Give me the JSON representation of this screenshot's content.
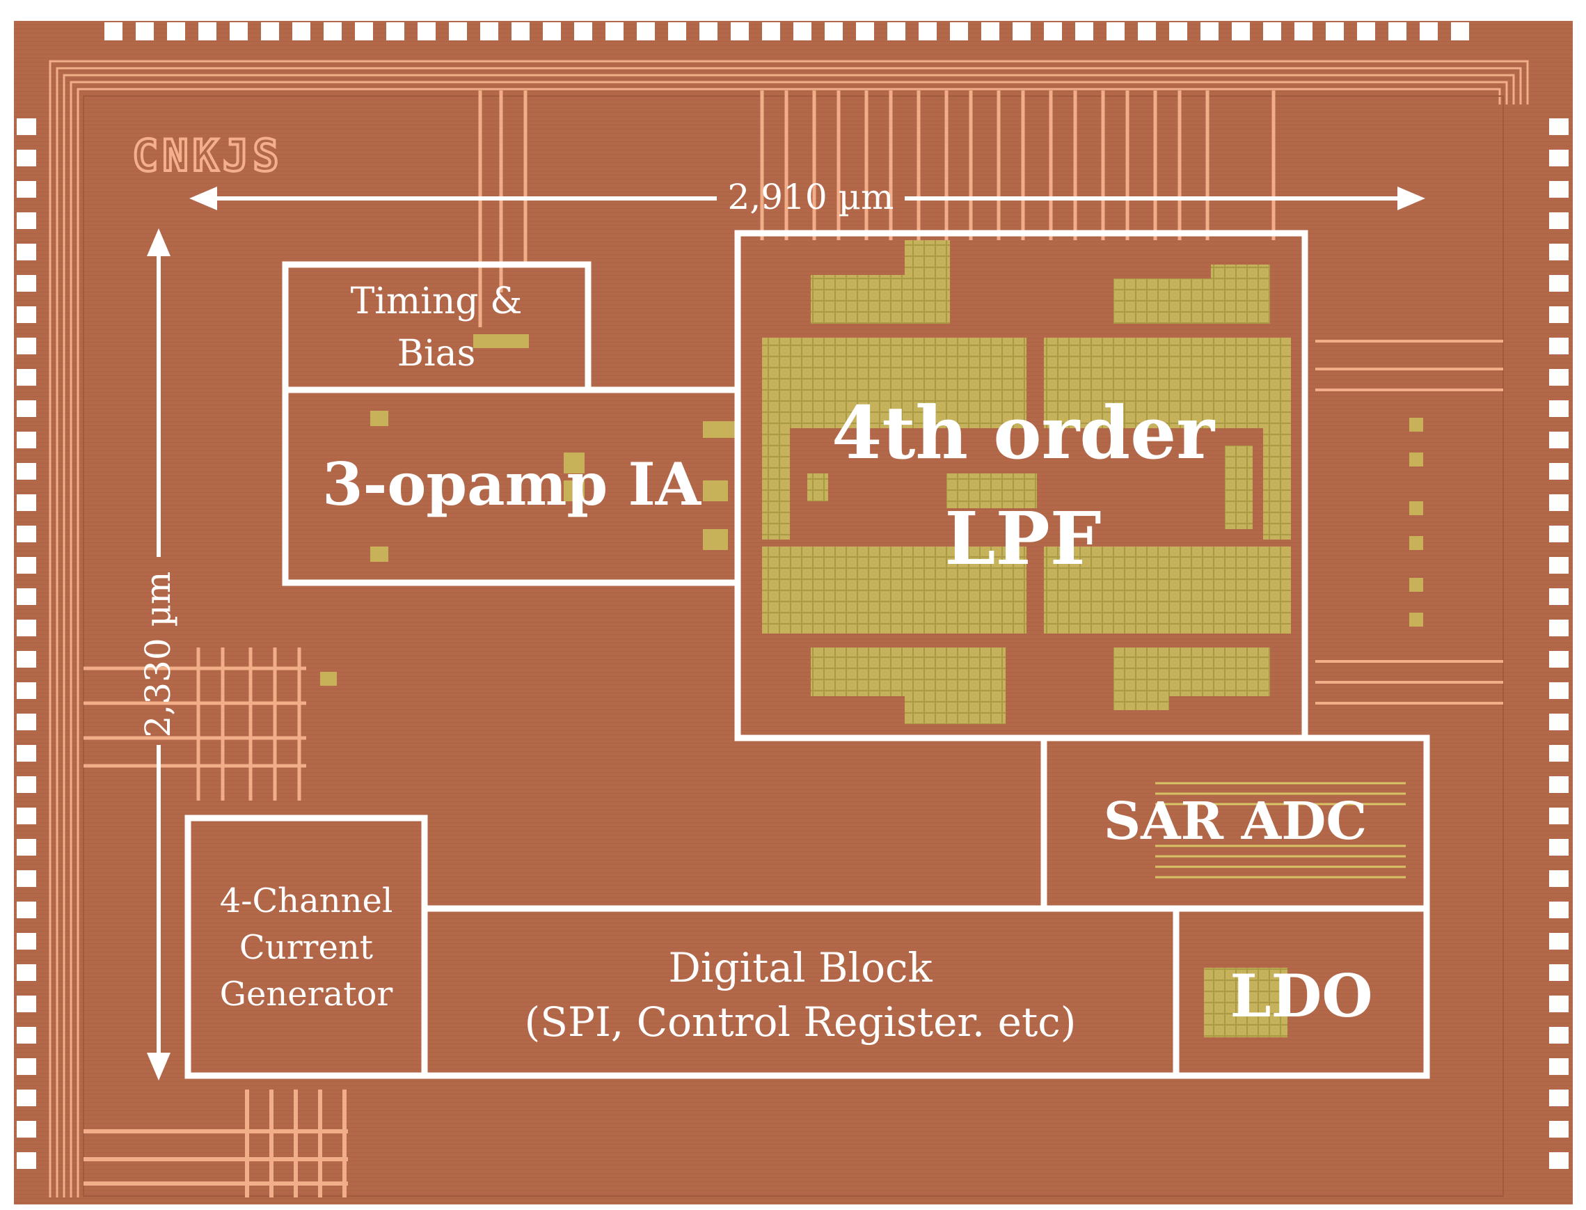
{
  "die": {
    "logo_text": "CNKJS",
    "colors": {
      "substrate": "#b5694a",
      "metal": "#f4b08c",
      "metal_fill": "#c8b45a",
      "outline": "#ffffff",
      "pad": "#ffffff"
    }
  },
  "dimensions": {
    "width_label": "2,910 µm",
    "height_label": "2,330 µm"
  },
  "blocks": {
    "timing_bias": {
      "line1": "Timing &",
      "line2": "Bias"
    },
    "ia": {
      "label": "3-opamp IA"
    },
    "lpf": {
      "line1": "4th order",
      "line2": "LPF"
    },
    "sar_adc": {
      "label": "SAR ADC"
    },
    "current_gen": {
      "line1": "4-Channel",
      "line2": "Current",
      "line3": "Generator"
    },
    "digital": {
      "line1": "Digital Block",
      "line2": "(SPI, Control Register. etc)"
    },
    "ldo": {
      "label": "LDO"
    }
  }
}
